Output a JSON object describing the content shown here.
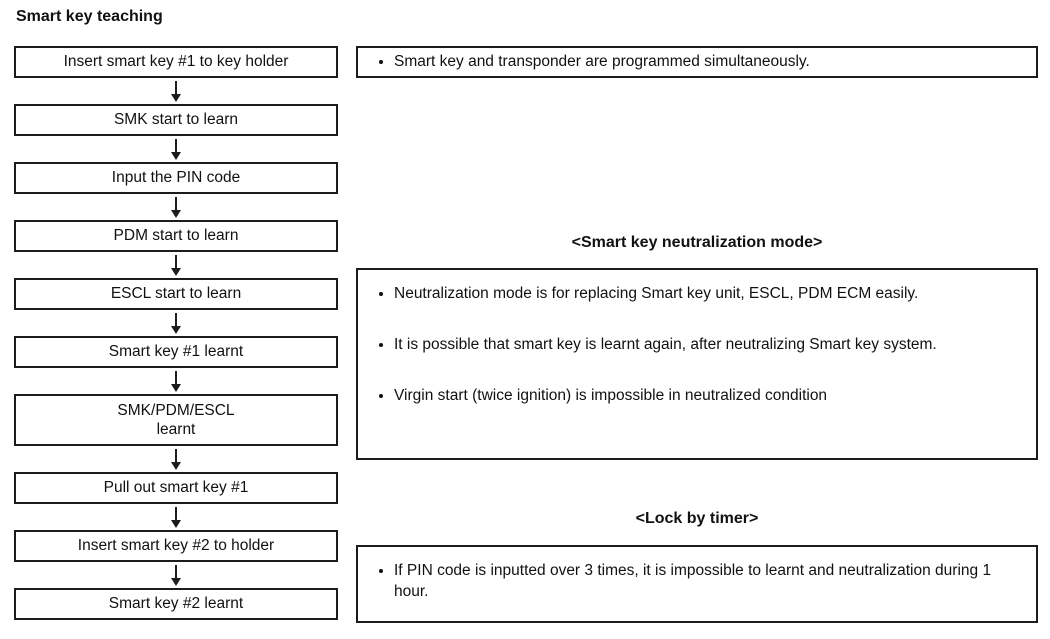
{
  "title": "Smart key teaching",
  "flowchart": {
    "steps": [
      "Insert smart key #1 to key holder",
      "SMK start to learn",
      "Input the PIN code",
      "PDM start to learn",
      "ESCL start to learn",
      "Smart key #1 learnt",
      "SMK/PDM/ESCL\nlearnt",
      "Pull out smart key #1",
      "Insert smart key #2 to holder",
      "Smart key #2 learnt"
    ]
  },
  "notes": {
    "programming": {
      "bullets": [
        "Smart key and transponder are programmed simultaneously."
      ]
    },
    "neutralization": {
      "heading": "<Smart key neutralization mode>",
      "bullets": [
        "Neutralization mode is for replacing Smart key unit, ESCL, PDM ECM easily.",
        "It is possible that smart key is learnt again, after neutralizing Smart key system.",
        "Virgin start (twice ignition) is impossible in neutralized condition"
      ]
    },
    "lock_by_timer": {
      "heading": "<Lock by timer>",
      "bullets": [
        "If PIN code is inputted over 3 times, it is impossible to learnt and neutralization during 1 hour."
      ]
    }
  }
}
